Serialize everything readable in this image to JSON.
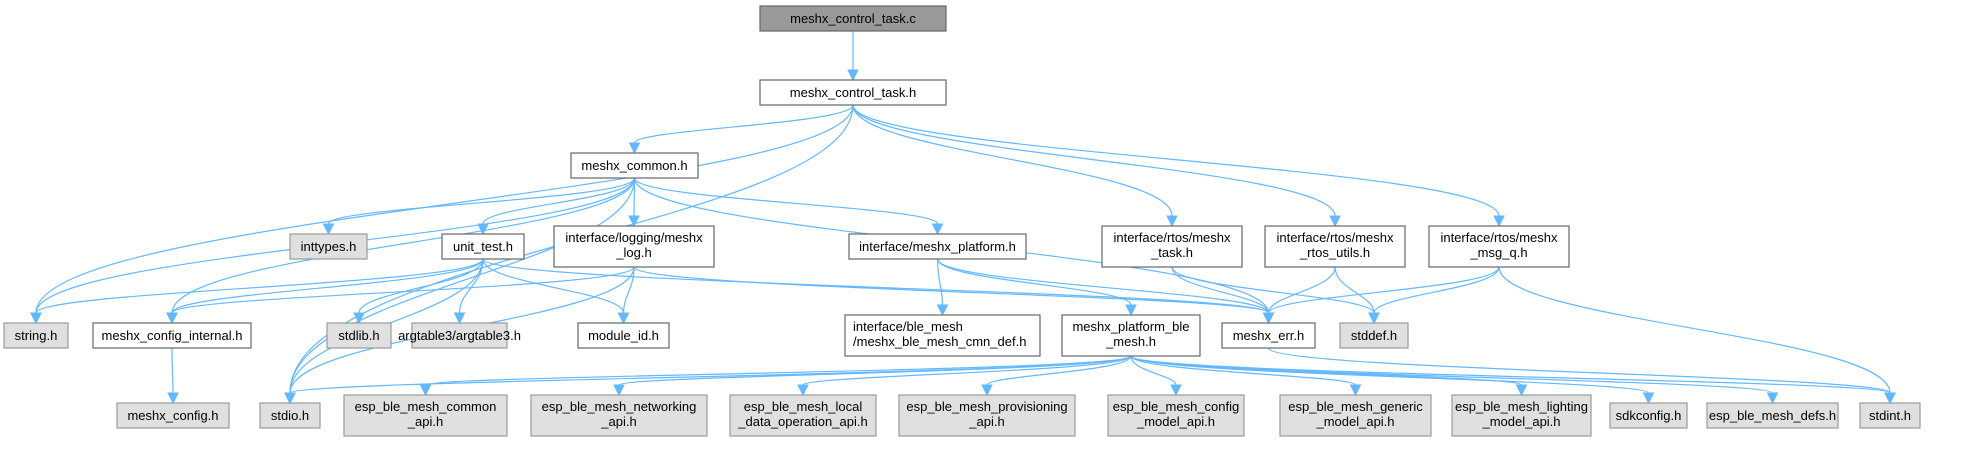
{
  "title": "meshx_control_task.c include dependency graph",
  "colors": {
    "edge": "#63b8ff",
    "root_fill": "#999999",
    "local_fill": "#ffffff",
    "system_fill": "#e0e0e0",
    "border": "#666666"
  },
  "nodes": [
    {
      "id": "root",
      "lines": [
        "meshx_control_task.c"
      ],
      "kind": "root"
    },
    {
      "id": "control_task_h",
      "lines": [
        "meshx_control_task.h"
      ],
      "kind": "local"
    },
    {
      "id": "common_h",
      "lines": [
        "meshx_common.h"
      ],
      "kind": "local"
    },
    {
      "id": "inttypes_h",
      "lines": [
        "inttypes.h"
      ],
      "kind": "system"
    },
    {
      "id": "unit_test_h",
      "lines": [
        "unit_test.h"
      ],
      "kind": "local"
    },
    {
      "id": "log_h",
      "lines": [
        "interface/logging/meshx",
        "_log.h"
      ],
      "kind": "local"
    },
    {
      "id": "platform_h",
      "lines": [
        "interface/meshx_platform.h"
      ],
      "kind": "local"
    },
    {
      "id": "rtos_task_h",
      "lines": [
        "interface/rtos/meshx",
        "_task.h"
      ],
      "kind": "local"
    },
    {
      "id": "rtos_utils_h",
      "lines": [
        "interface/rtos/meshx",
        "_rtos_utils.h"
      ],
      "kind": "local"
    },
    {
      "id": "msg_q_h",
      "lines": [
        "interface/rtos/meshx",
        "_msg_q.h"
      ],
      "kind": "local"
    },
    {
      "id": "string_h",
      "lines": [
        "string.h"
      ],
      "kind": "system"
    },
    {
      "id": "config_internal_h",
      "lines": [
        "meshx_config_internal.h"
      ],
      "kind": "local"
    },
    {
      "id": "stdlib_h",
      "lines": [
        "stdlib.h"
      ],
      "kind": "system"
    },
    {
      "id": "argtable3_h",
      "lines": [
        "argtable3/argtable3.h"
      ],
      "kind": "system"
    },
    {
      "id": "module_id_h",
      "lines": [
        "module_id.h"
      ],
      "kind": "local"
    },
    {
      "id": "cmn_def_h",
      "lines": [
        "interface/ble_mesh",
        "/meshx_ble_mesh_cmn_def.h"
      ],
      "kind": "local",
      "align": "left"
    },
    {
      "id": "platform_ble_mesh_h",
      "lines": [
        "meshx_platform_ble",
        "_mesh.h"
      ],
      "kind": "local"
    },
    {
      "id": "err_h",
      "lines": [
        "meshx_err.h"
      ],
      "kind": "local"
    },
    {
      "id": "stddef_h",
      "lines": [
        "stddef.h"
      ],
      "kind": "system"
    },
    {
      "id": "config_h",
      "lines": [
        "meshx_config.h"
      ],
      "kind": "system"
    },
    {
      "id": "stdio_h",
      "lines": [
        "stdio.h"
      ],
      "kind": "system"
    },
    {
      "id": "common_api_h",
      "lines": [
        "esp_ble_mesh_common",
        "_api.h"
      ],
      "kind": "system"
    },
    {
      "id": "networking_api_h",
      "lines": [
        "esp_ble_mesh_networking",
        "_api.h"
      ],
      "kind": "system"
    },
    {
      "id": "local_data_h",
      "lines": [
        "esp_ble_mesh_local",
        "_data_operation_api.h"
      ],
      "kind": "system"
    },
    {
      "id": "provisioning_api_h",
      "lines": [
        "esp_ble_mesh_provisioning",
        "_api.h"
      ],
      "kind": "system"
    },
    {
      "id": "config_model_h",
      "lines": [
        "esp_ble_mesh_config",
        "_model_api.h"
      ],
      "kind": "system"
    },
    {
      "id": "generic_model_h",
      "lines": [
        "esp_ble_mesh_generic",
        "_model_api.h"
      ],
      "kind": "system"
    },
    {
      "id": "lighting_model_h",
      "lines": [
        "esp_ble_mesh_lighting",
        "_model_api.h"
      ],
      "kind": "system"
    },
    {
      "id": "sdkconfig_h",
      "lines": [
        "sdkconfig.h"
      ],
      "kind": "system"
    },
    {
      "id": "defs_h",
      "lines": [
        "esp_ble_mesh_defs.h"
      ],
      "kind": "system"
    },
    {
      "id": "stdint_h",
      "lines": [
        "stdint.h"
      ],
      "kind": "system"
    }
  ],
  "edges": [
    [
      "root",
      "control_task_h"
    ],
    [
      "control_task_h",
      "common_h"
    ],
    [
      "control_task_h",
      "string_h"
    ],
    [
      "control_task_h",
      "stdio_h"
    ],
    [
      "control_task_h",
      "rtos_task_h"
    ],
    [
      "control_task_h",
      "rtos_utils_h"
    ],
    [
      "control_task_h",
      "msg_q_h"
    ],
    [
      "common_h",
      "inttypes_h"
    ],
    [
      "common_h",
      "unit_test_h"
    ],
    [
      "common_h",
      "log_h"
    ],
    [
      "common_h",
      "platform_h"
    ],
    [
      "common_h",
      "string_h"
    ],
    [
      "common_h",
      "config_internal_h"
    ],
    [
      "common_h",
      "stdio_h"
    ],
    [
      "common_h",
      "err_h"
    ],
    [
      "unit_test_h",
      "string_h"
    ],
    [
      "unit_test_h",
      "config_internal_h"
    ],
    [
      "unit_test_h",
      "stdio_h"
    ],
    [
      "unit_test_h",
      "stdlib_h"
    ],
    [
      "unit_test_h",
      "argtable3_h"
    ],
    [
      "unit_test_h",
      "module_id_h"
    ],
    [
      "unit_test_h",
      "err_h"
    ],
    [
      "log_h",
      "config_internal_h"
    ],
    [
      "log_h",
      "module_id_h"
    ],
    [
      "log_h",
      "stdio_h"
    ],
    [
      "log_h",
      "err_h"
    ],
    [
      "platform_h",
      "cmn_def_h"
    ],
    [
      "platform_h",
      "platform_ble_mesh_h"
    ],
    [
      "platform_h",
      "err_h"
    ],
    [
      "rtos_task_h",
      "err_h"
    ],
    [
      "rtos_task_h",
      "stddef_h"
    ],
    [
      "rtos_utils_h",
      "err_h"
    ],
    [
      "rtos_utils_h",
      "stddef_h"
    ],
    [
      "msg_q_h",
      "err_h"
    ],
    [
      "msg_q_h",
      "stddef_h"
    ],
    [
      "msg_q_h",
      "stdint_h"
    ],
    [
      "config_internal_h",
      "config_h"
    ],
    [
      "platform_ble_mesh_h",
      "stdio_h"
    ],
    [
      "platform_ble_mesh_h",
      "common_api_h"
    ],
    [
      "platform_ble_mesh_h",
      "networking_api_h"
    ],
    [
      "platform_ble_mesh_h",
      "local_data_h"
    ],
    [
      "platform_ble_mesh_h",
      "provisioning_api_h"
    ],
    [
      "platform_ble_mesh_h",
      "config_model_h"
    ],
    [
      "platform_ble_mesh_h",
      "generic_model_h"
    ],
    [
      "platform_ble_mesh_h",
      "lighting_model_h"
    ],
    [
      "platform_ble_mesh_h",
      "sdkconfig_h"
    ],
    [
      "platform_ble_mesh_h",
      "defs_h"
    ],
    [
      "platform_ble_mesh_h",
      "stdint_h"
    ],
    [
      "err_h",
      "stdint_h"
    ]
  ]
}
